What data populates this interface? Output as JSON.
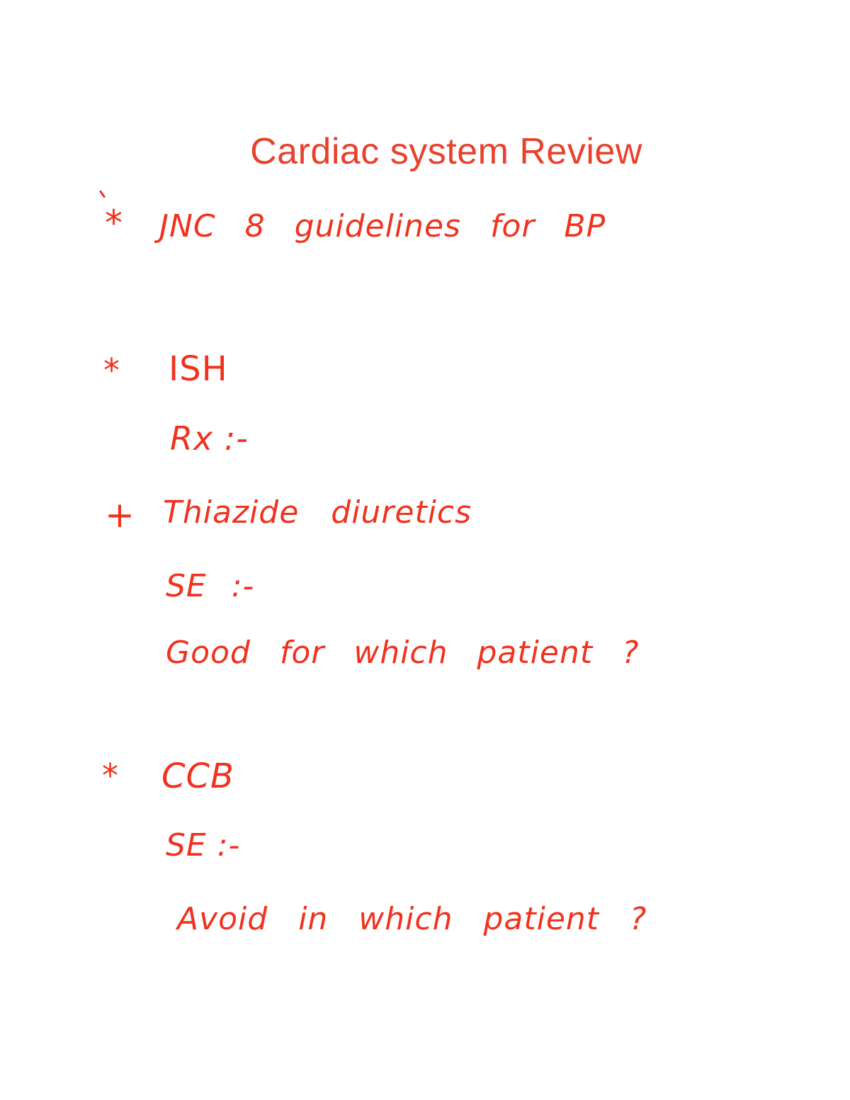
{
  "title": "Cardiac system Review",
  "notes": {
    "line1_bullet": "*",
    "line1_text": "JNC 8 guidelines for BP",
    "line2_bullet": "*",
    "line2_text": "ISH",
    "line3_text": "Rx :-",
    "line4_bullet": "+",
    "line4_text": "Thiazide diuretics",
    "line5_text": "SE :-",
    "line6_text": "Good for which patient ?",
    "line7_bullet": "*",
    "line7_text": "CCB",
    "line8_text": "SE :-",
    "line9_text": "Avoid in which patient ?"
  },
  "colors": {
    "title": "#e8412c",
    "ink": "#f0321e",
    "background": "#ffffff"
  }
}
